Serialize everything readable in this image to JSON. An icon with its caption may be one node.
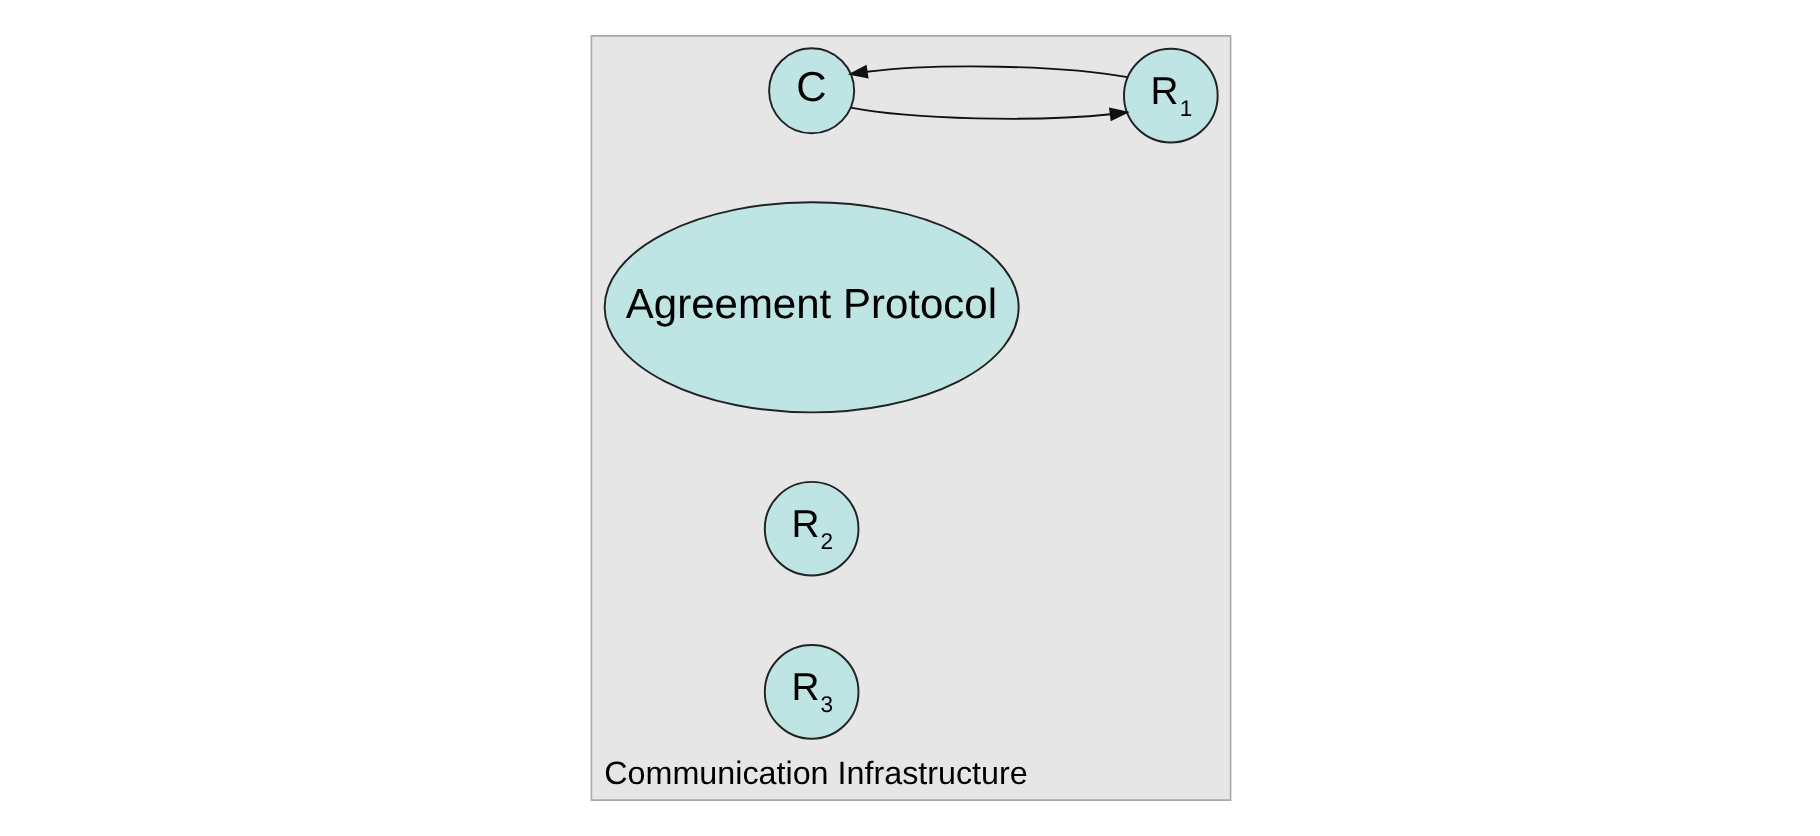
{
  "diagram": {
    "nodes": [
      {
        "text": [
          "Communication Infrastructure"
        ]
      },
      {
        "text": [
          "C"
        ],
        "in": 0
      },
      {
        "text": [
          "R$_{1}$"
        ],
        "in": 0
      },
      {
        "text": [
          "Agreement Protocol"
        ],
        "in": 0
      },
      {
        "text": [
          "R$_{2}$"
        ],
        "in": 0
      },
      {
        "text": [
          "R$_{3}$"
        ],
        "in": 0
      }
    ],
    "edges": [
      {
        "from": 1,
        "to": 2,
        "arrow": "to"
      },
      {
        "from": 2,
        "to": 1,
        "arrow": "to"
      }
    ]
  }
}
